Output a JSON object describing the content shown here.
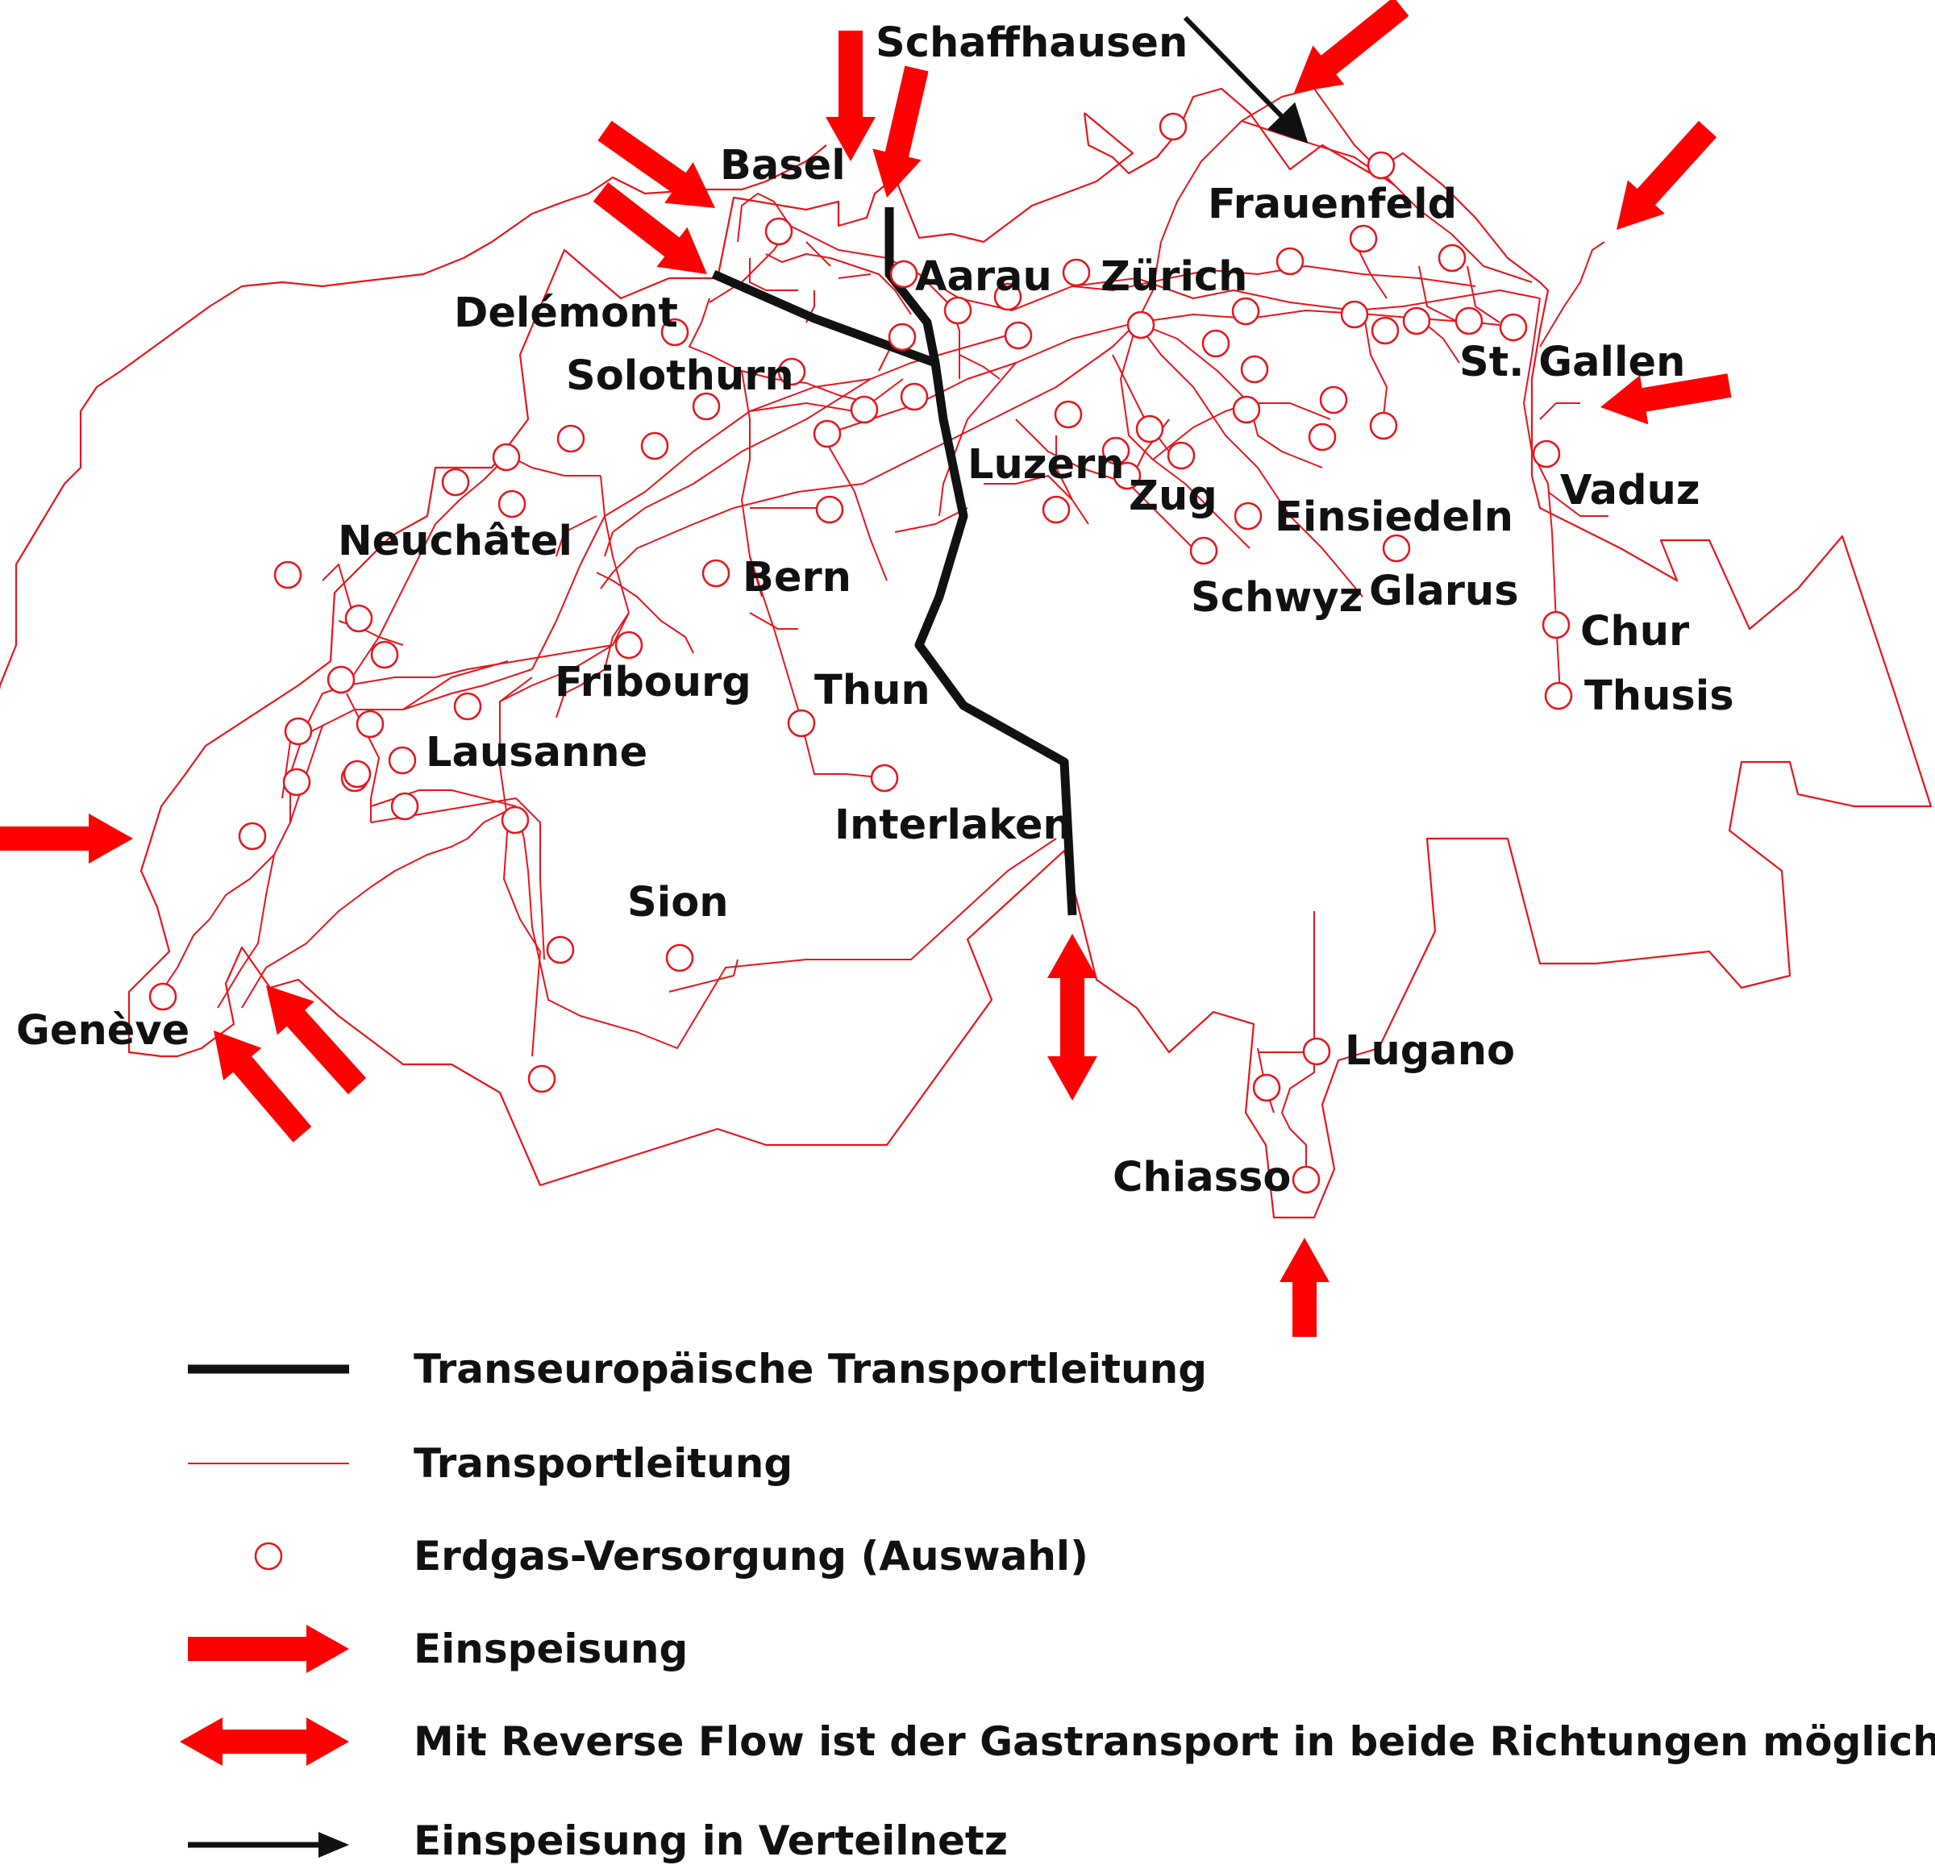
{
  "colors": {
    "network": "#e8141c",
    "arrow": "#ff0000",
    "trunk": "#111111",
    "text": "#111111"
  },
  "cities": {
    "schaffhausen": "Schaffhausen",
    "basel": "Basel",
    "frauenfeld": "Frauenfeld",
    "delemont": "Delémont",
    "aarau": "Aarau",
    "zurich": "Zürich",
    "solothurn": "Solothurn",
    "st_gallen": "St. Gallen",
    "luzern": "Luzern",
    "vaduz": "Vaduz",
    "zug": "Zug",
    "einsiedeln": "Einsiedeln",
    "neuchatel": "Neuchâtel",
    "bern": "Bern",
    "schwyz": "Schwyz",
    "glarus": "Glarus",
    "chur": "Chur",
    "fribourg": "Fribourg",
    "thun": "Thun",
    "thusis": "Thusis",
    "lausanne": "Lausanne",
    "interlaken": "Interlaken",
    "sion": "Sion",
    "lugano": "Lugano",
    "geneve": "Genève",
    "chiasso": "Chiasso"
  },
  "legend": {
    "trunk_line": "Transeuropäische Transportleitung",
    "transport_line": "Transportleitung",
    "supply_point": "Erdgas-Versorgung (Auswahl)",
    "injection": "Einspeisung",
    "reverse_flow": "Mit Reverse Flow ist der Gastransport in beide Richtungen möglich",
    "distribution_injection": "Einspeisung in Verteilnetz"
  },
  "icons": {
    "injection": "red-thick-arrow-icon",
    "reverse_flow": "red-double-arrow-icon",
    "distribution_injection": "black-thin-arrow-icon",
    "supply_point": "red-circle-icon"
  }
}
